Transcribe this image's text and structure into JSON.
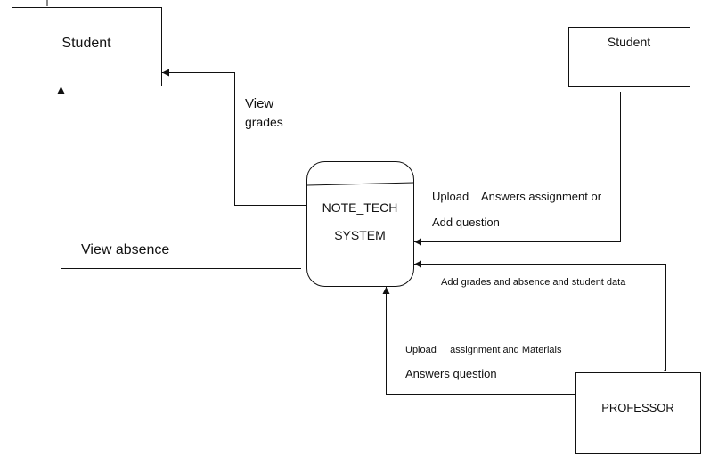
{
  "entities": {
    "student_left": {
      "label": "Student"
    },
    "student_right": {
      "label": "Student"
    },
    "process": {
      "line1": "NOTE_TECH",
      "line2": "SYSTEM"
    },
    "professor": {
      "label": "PROFESSOR"
    }
  },
  "flows": {
    "view_grades": {
      "line1": "View",
      "line2": "grades"
    },
    "view_absence": {
      "label": "View absence"
    },
    "student_upload": {
      "line1": "Upload    Answers assignment or",
      "line2": "Add question"
    },
    "professor_add": {
      "label": "Add grades and absence and student data"
    },
    "professor_upload": {
      "line1": "Upload     assignment and Materials",
      "line2": "Answers question"
    }
  }
}
